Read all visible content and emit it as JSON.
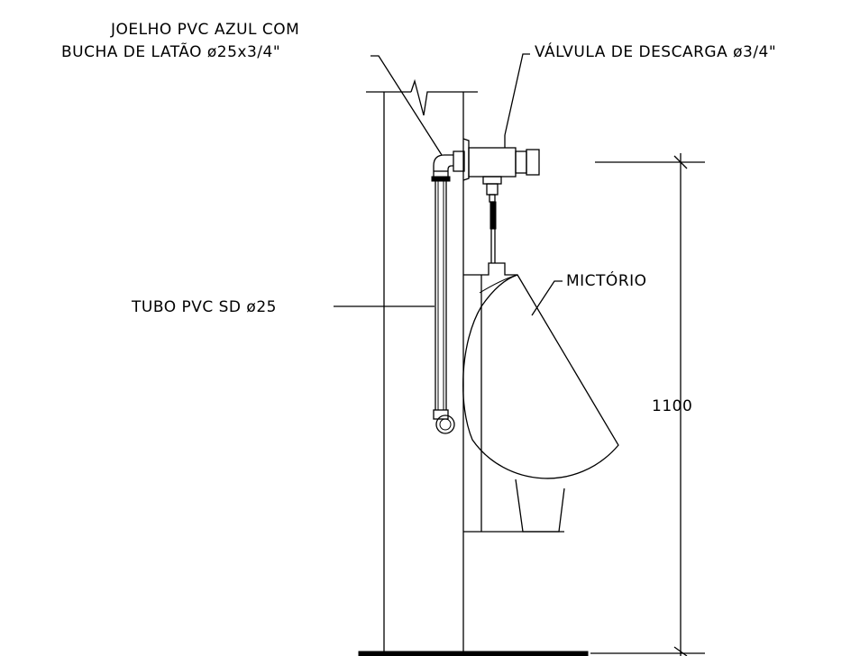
{
  "labels": {
    "elbow_line1": "JOELHO PVC AZUL COM",
    "elbow_line2": "BUCHA DE LATÃO ø25x3/4\"",
    "valve": "VÁLVULA DE DESCARGA ø3/4\"",
    "urinal": "MICTÓRIO",
    "pipe": "TUBO PVC SD ø25",
    "dimension": "1100"
  }
}
